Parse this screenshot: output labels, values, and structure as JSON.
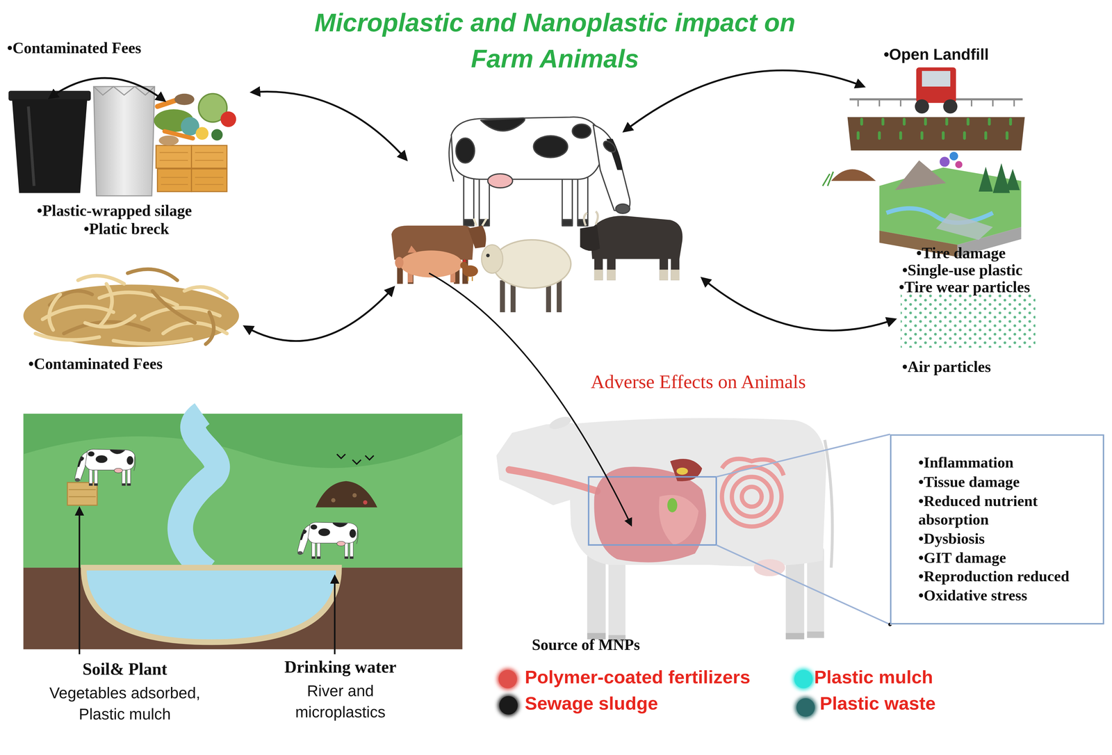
{
  "diagram": {
    "title": "Microplastic and Nanoplastic impact on Farm Animals",
    "nodes": [
      {
        "text": [
          "•Inflammation",
          "•Tissue damage",
          "•Reduced nutrient absorption",
          "•Dysbiosis",
          "•GIT damage",
          "•Reproduction reduced",
          "•Oxidative stress"
        ]
      }
    ],
    "labels": [
      "•Contaminated Fees",
      "•Plastic-wrapped silage",
      "•Platic breck",
      "•Contaminated Fees",
      "•Open Landfill",
      "•Tire damage",
      "•Single-use plastic",
      "•Tire wear particles",
      "•Air particles",
      "Adverse Effects on Animals",
      "Soil& Plant",
      "Vegetables adsorbed, Plastic mulch",
      "Drinking water",
      "River and microplastics",
      "Source of MNPs"
    ],
    "legend": [
      {
        "text": "Polymer-coated fertilizers",
        "color": "#e0504a"
      },
      {
        "text": "Plastic mulch",
        "color": "#2de3da"
      },
      {
        "text": "Sewage sludge",
        "color": "#1a1a1a"
      },
      {
        "text": "Plastic waste",
        "color": "#2b6a6a"
      }
    ]
  }
}
